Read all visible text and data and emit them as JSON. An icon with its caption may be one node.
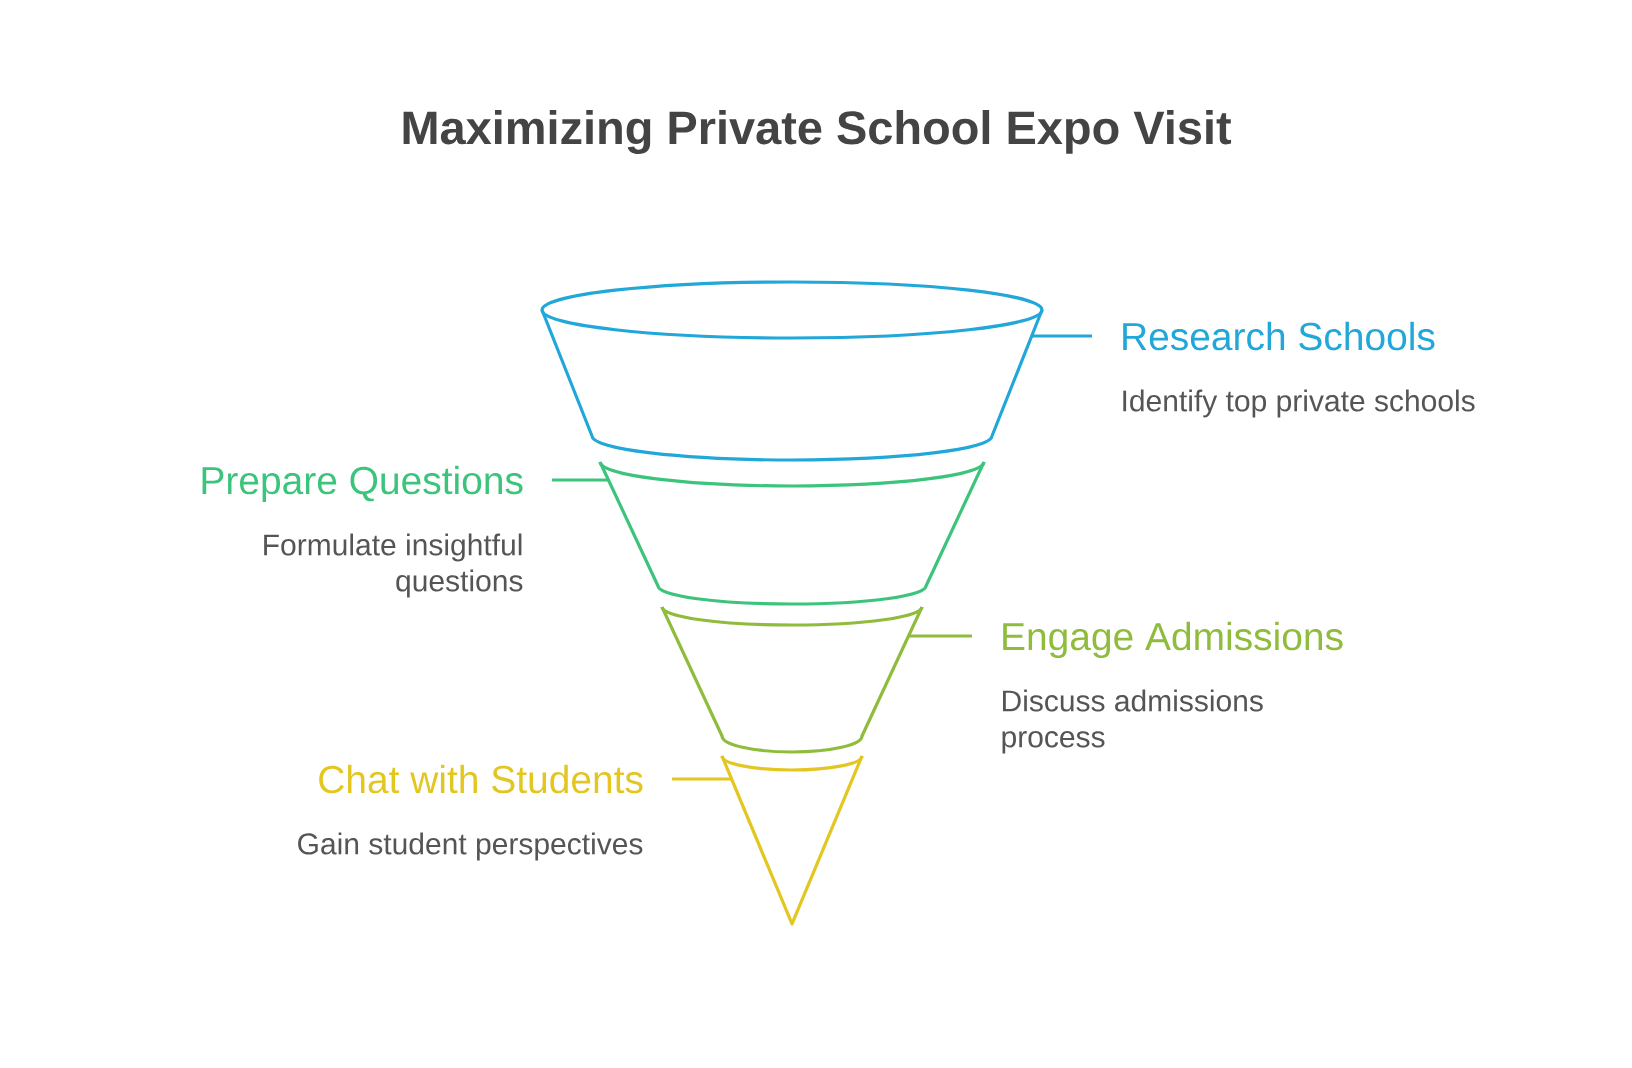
{
  "diagram": {
    "title": "Maximizing Private School Expo Visit",
    "nodes": [
      {
        "text": [
          "Research Schools",
          "Identify top private schools"
        ]
      },
      {
        "text": [
          "Prepare Questions",
          "Formulate insightful questions"
        ]
      },
      {
        "text": [
          "Engage Admissions",
          "Discuss admissions process"
        ]
      },
      {
        "text": [
          "Chat with Students",
          "Gain student perspectives"
        ]
      },
      {
        "text": [],
        "shape": "frustum"
      },
      {
        "text": [],
        "shape": "frustum"
      },
      {
        "text": [],
        "shape": "frustum"
      },
      {
        "text": [],
        "shape": "cone"
      }
    ],
    "edges": [
      {
        "from": 0,
        "to": 4,
        "arrow": "none",
        "color": "#22a7d9"
      },
      {
        "from": 1,
        "to": 5,
        "arrow": "none",
        "color": "#3cc47c"
      },
      {
        "from": 2,
        "to": 6,
        "arrow": "none",
        "color": "#8fbc3c"
      },
      {
        "from": 3,
        "to": 7,
        "arrow": "none",
        "color": "#e3c620"
      }
    ]
  }
}
